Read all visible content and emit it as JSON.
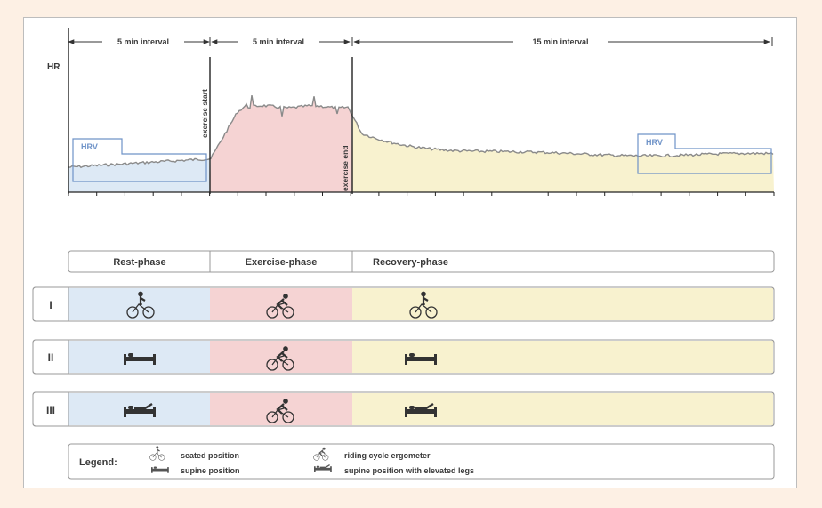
{
  "intervals": {
    "rest": "5 min interval",
    "exercise": "5 min interval",
    "recovery": "15 min interval"
  },
  "axis": {
    "y_label": "HR"
  },
  "markers": {
    "start": "exercise start",
    "end": "exercise end"
  },
  "hrv": {
    "left": "HRV",
    "right": "HRV"
  },
  "phases": {
    "rest": "Rest-phase",
    "exercise": "Exercise-phase",
    "recovery": "Recovery-phase"
  },
  "protocols": [
    {
      "id": "I",
      "rest": "seated",
      "exercise": "cycling",
      "recovery": "seated"
    },
    {
      "id": "II",
      "rest": "supine",
      "exercise": "cycling",
      "recovery": "supine"
    },
    {
      "id": "III",
      "rest": "elevated",
      "exercise": "cycling",
      "recovery": "elevated"
    }
  ],
  "legend": {
    "title": "Legend:",
    "seated": "seated position",
    "cycling": "riding cycle ergometer",
    "supine": "supine position",
    "elevated": "supine position with elevated legs"
  },
  "colors": {
    "rest": "#dde9f5",
    "exercise": "#f5d3d3",
    "recovery": "#f8f2cf",
    "hr_line": "#8a8a8a",
    "hrv_box": "#6f93c8"
  },
  "icons": {
    "seated": "seated-cyclist-icon",
    "cycling": "cycle-ergometer-icon",
    "supine": "bed-icon",
    "elevated": "bed-elevated-legs-icon"
  }
}
